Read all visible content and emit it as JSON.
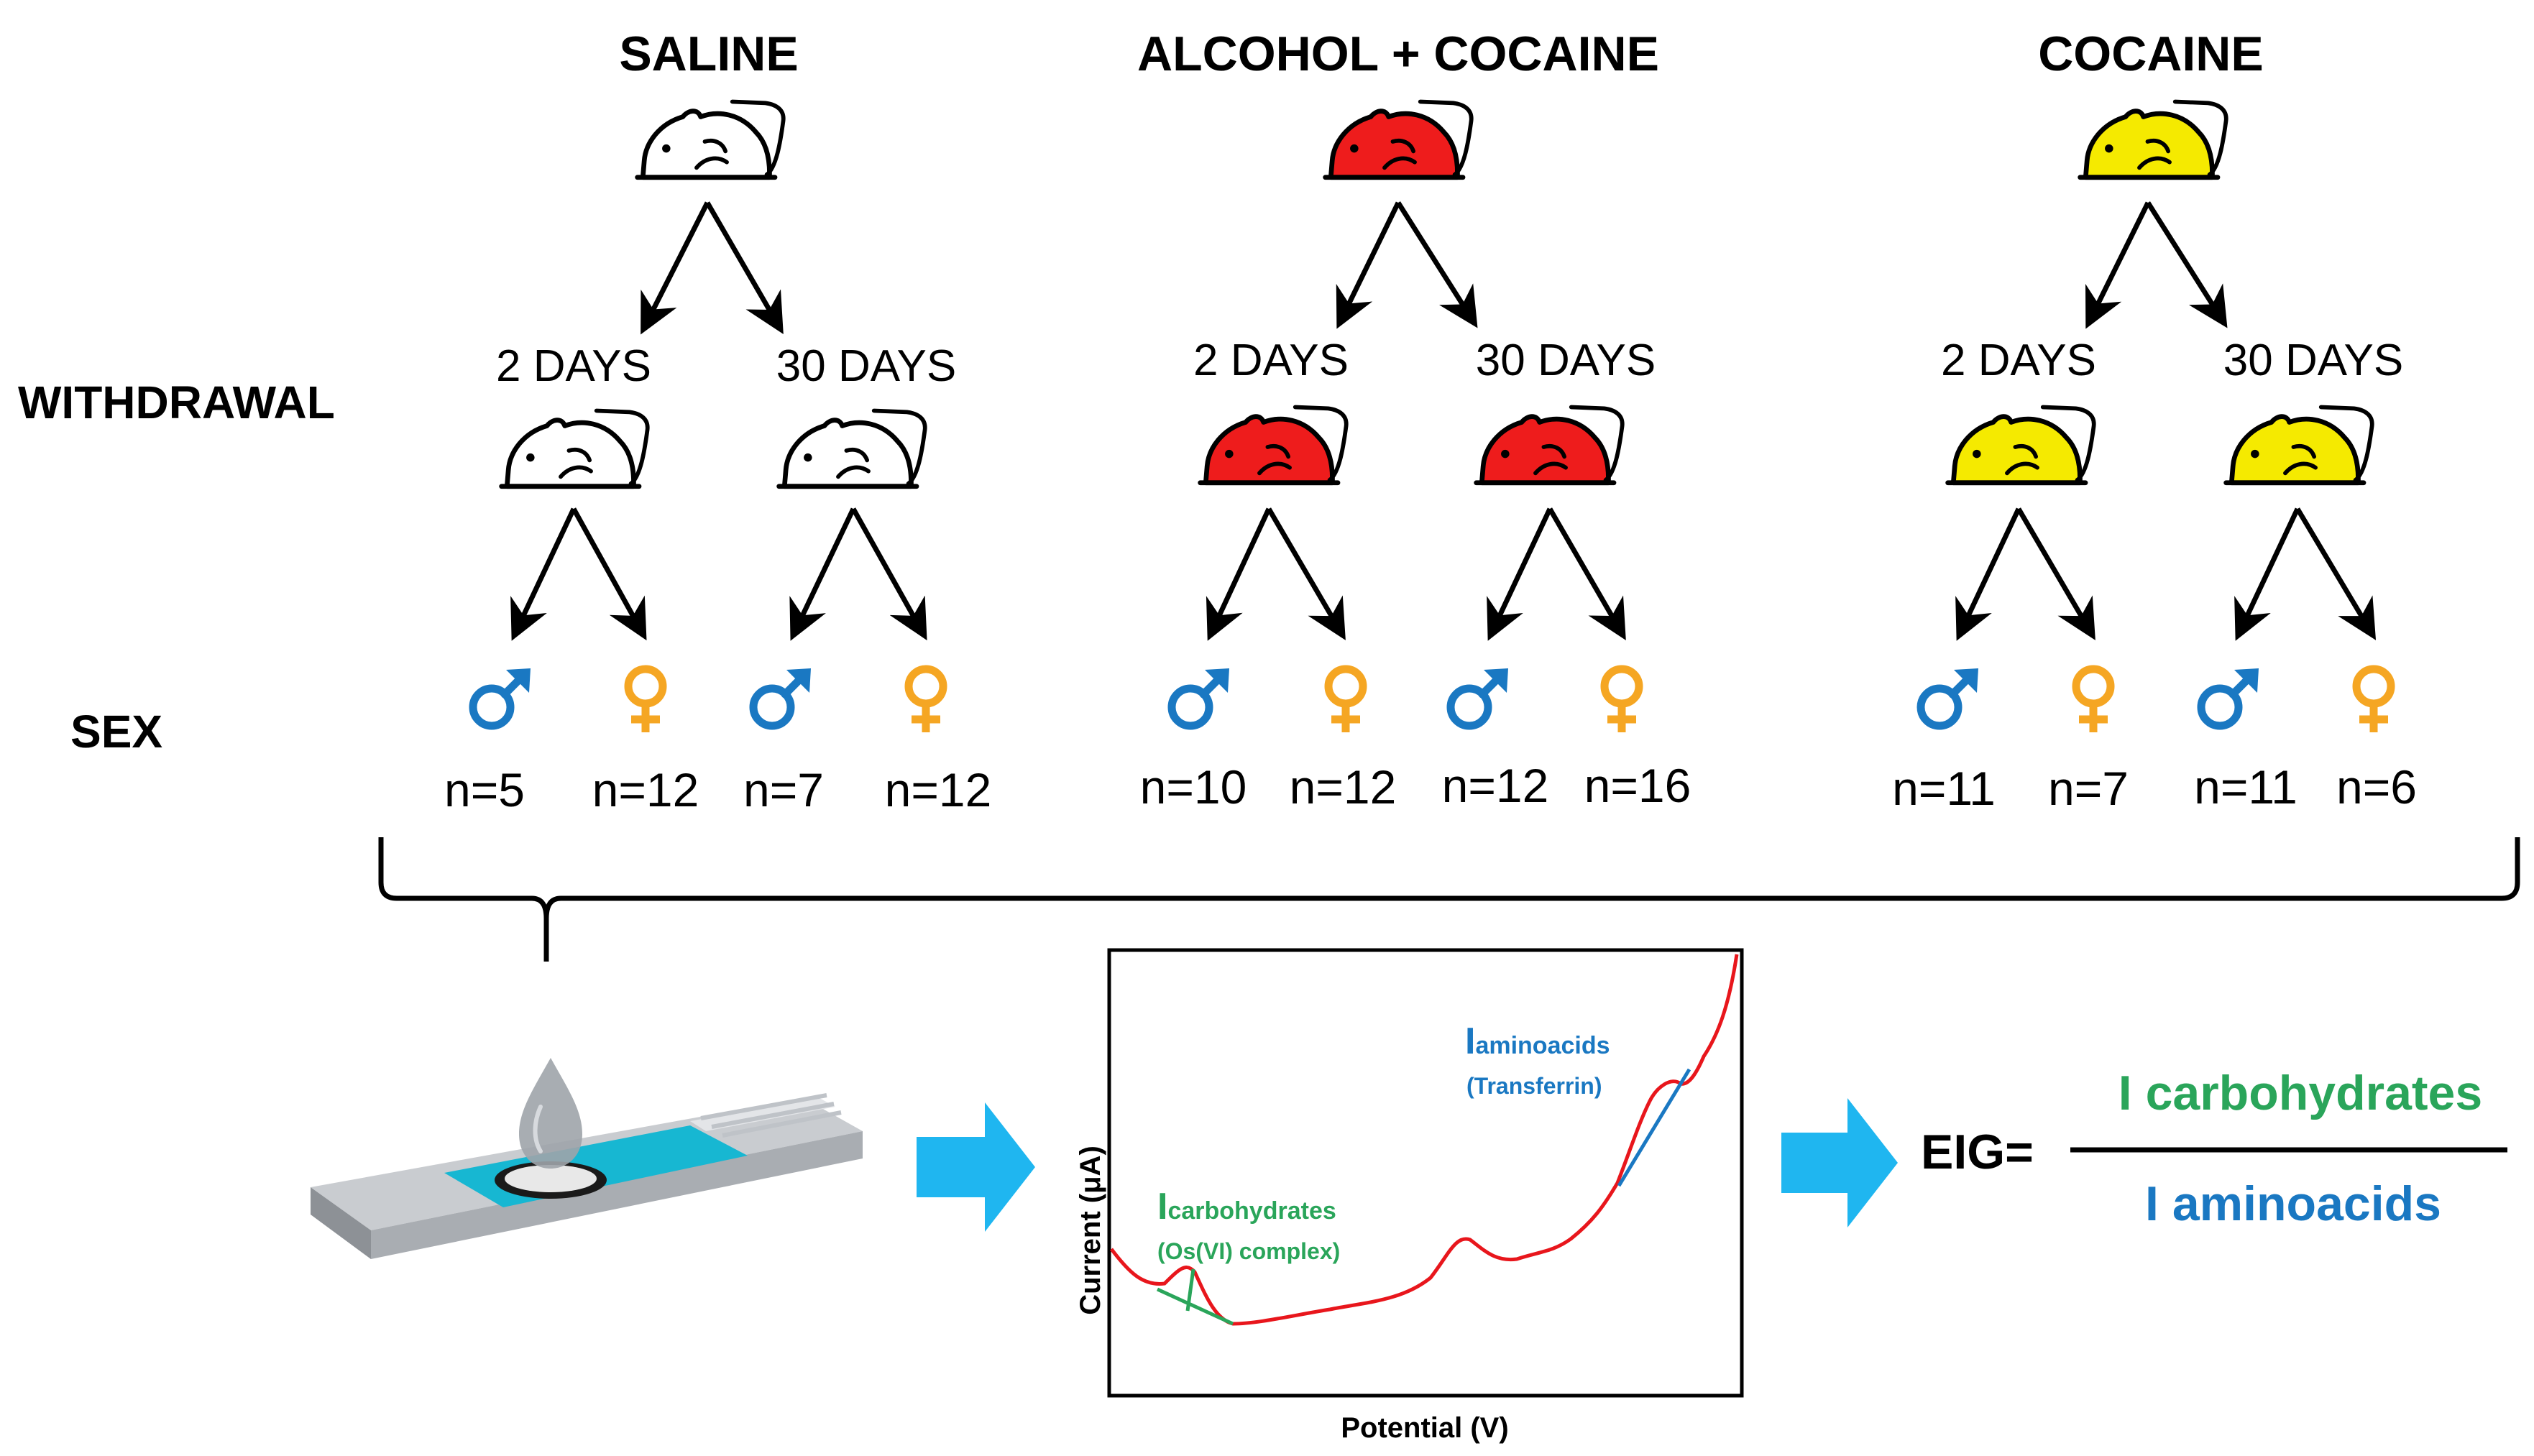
{
  "colors": {
    "saline": "#ffffff",
    "alcohol_cocaine": "#ee1c1c",
    "cocaine": "#f5ea00",
    "male": "#1a78c2",
    "female": "#f5a623",
    "curve": "#e8161c",
    "carbohydrate": "#2aa55a",
    "aminoacid": "#1a78c2",
    "process_arrow": "#1fb6f0",
    "strip": "#17b7d2"
  },
  "row_labels": {
    "withdrawal": "WITHDRAWAL",
    "sex": "SEX"
  },
  "groups": [
    {
      "title": "SALINE",
      "color_key": "saline",
      "branches": [
        {
          "days": "2 DAYS",
          "counts": [
            "n=5",
            "n=12"
          ]
        },
        {
          "days": "30 DAYS",
          "counts": [
            "n=7",
            "n=12"
          ]
        }
      ]
    },
    {
      "title": "ALCOHOL + COCAINE",
      "color_key": "alcohol_cocaine",
      "branches": [
        {
          "days": "2 DAYS",
          "counts": [
            "n=10",
            "n=12"
          ]
        },
        {
          "days": "30 DAYS",
          "counts": [
            "n=12",
            "n=16"
          ]
        }
      ]
    },
    {
      "title": "COCAINE",
      "color_key": "cocaine",
      "branches": [
        {
          "days": "2 DAYS",
          "counts": [
            "n=11",
            "n=7"
          ]
        },
        {
          "days": "30 DAYS",
          "counts": [
            "n=11",
            "n=6"
          ]
        }
      ]
    }
  ],
  "icons": {
    "mouse": "mouse-icon",
    "male": "male-symbol-icon",
    "female": "female-symbol-icon",
    "sensor": "screen-printed-electrode-icon",
    "arrow": "right-arrow-icon"
  },
  "plot": {
    "xlabel": "Potential (V)",
    "ylabel": "Current (μA)",
    "carb_label_main": "I",
    "carb_label_sub": "carbohydrates",
    "carb_label_line2": "(Os(VI) complex)",
    "amino_label_main": "I",
    "amino_label_sub": "aminoacids",
    "amino_label_line2": "(Transferrin)"
  },
  "equation": {
    "lhs": "EIG=",
    "numerator": "I carbohydrates",
    "denominator": "I aminoacids"
  }
}
